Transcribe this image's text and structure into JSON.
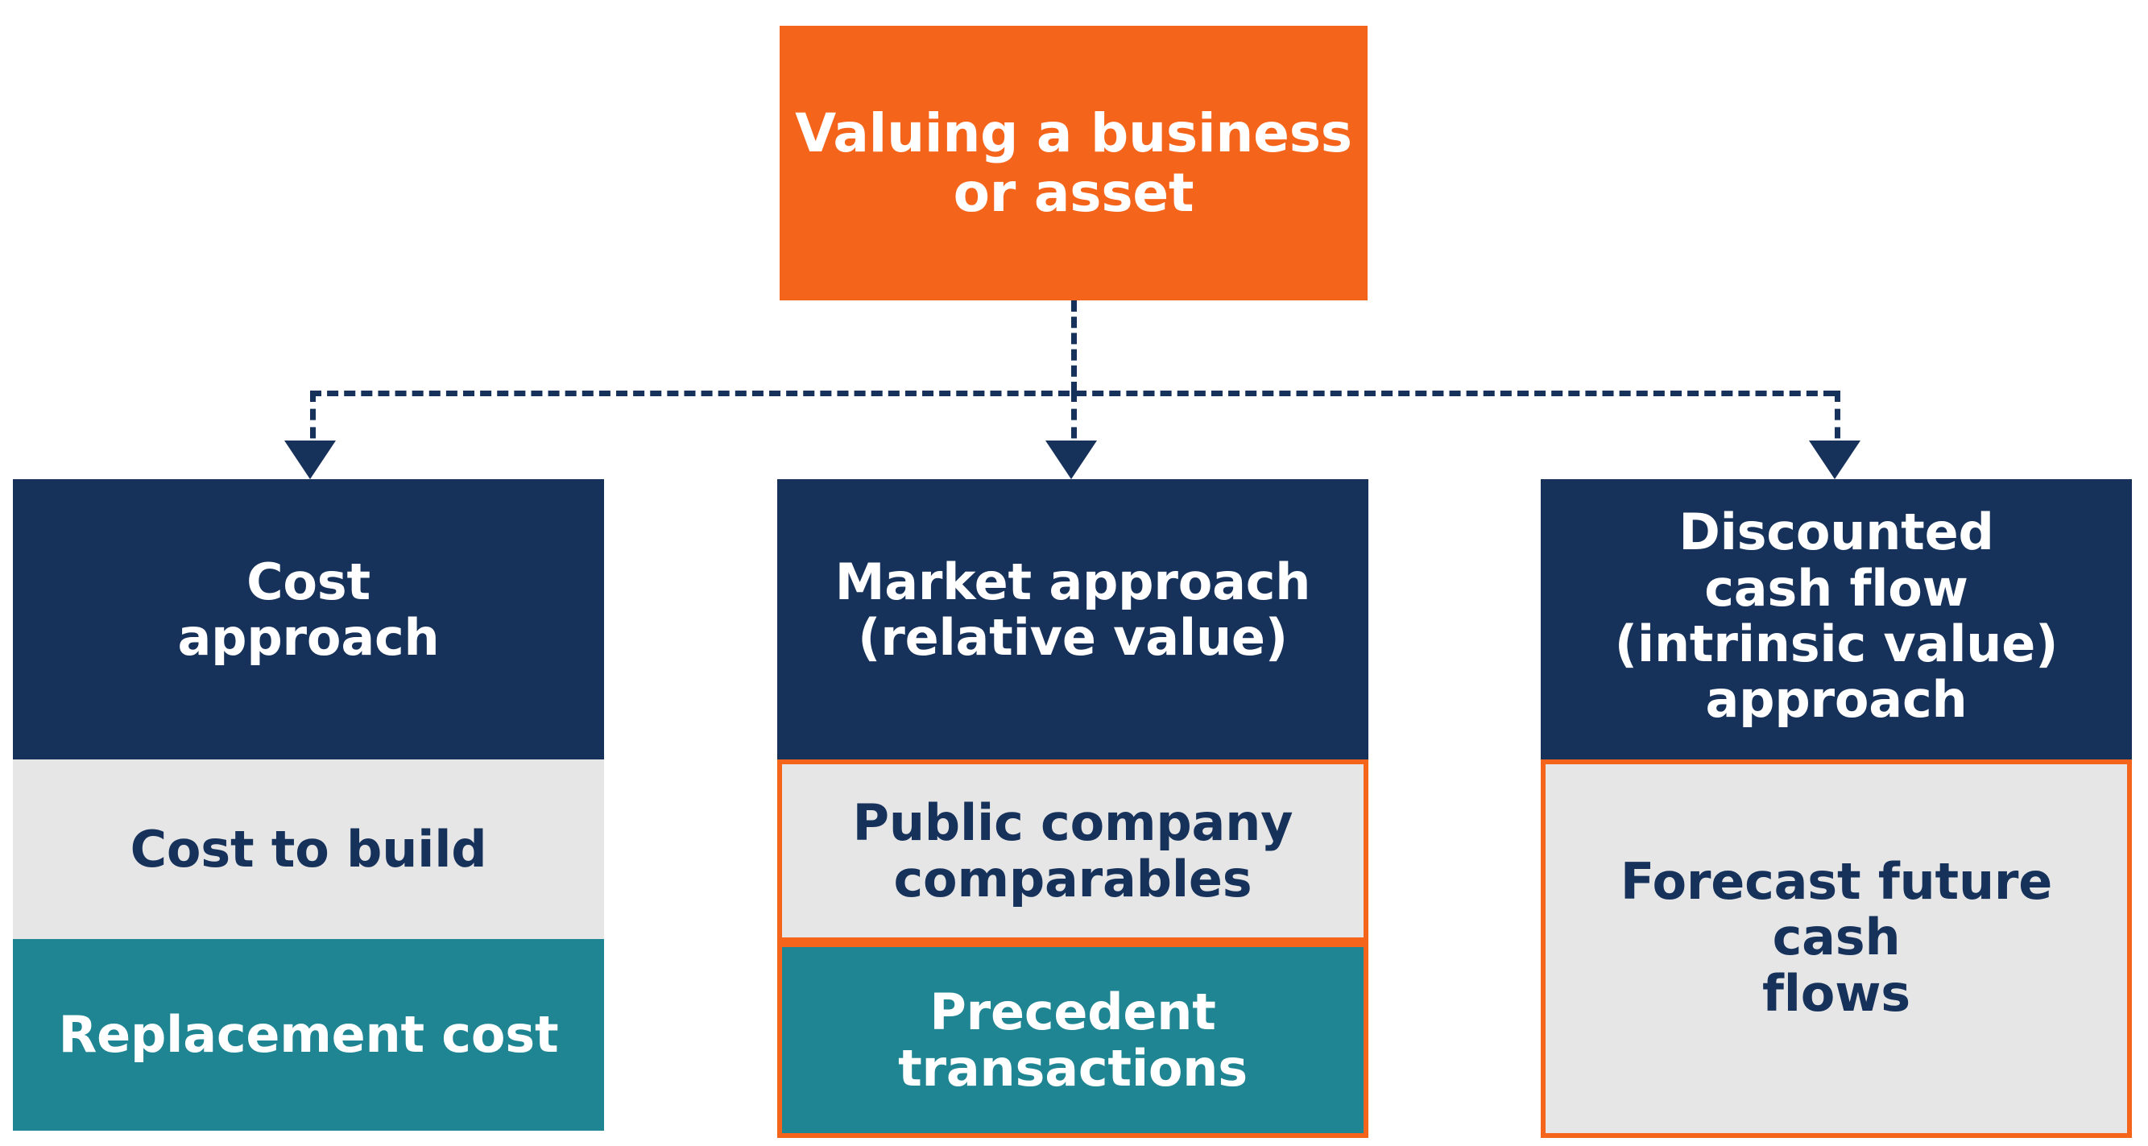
{
  "diagram": {
    "title": "Valuing a business or asset",
    "root": {
      "label": "Valuing a business\nor asset",
      "color": "#f4641b",
      "text_color": "#ffffff"
    },
    "colors": {
      "navy": "#16315a",
      "orange": "#f4641b",
      "grey": "#e7e6e6",
      "teal": "#1f8593",
      "background": "#ffffff"
    },
    "connector": {
      "style": "dashed",
      "color": "#16315a",
      "arrow": "triangle-down"
    },
    "columns": [
      {
        "id": "cost-approach",
        "header": {
          "label": "Cost\napproach",
          "fill": "navy",
          "outlined": false
        },
        "items": [
          {
            "label": "Cost to build",
            "fill": "grey",
            "outlined": false
          },
          {
            "label": "Replacement cost",
            "fill": "teal",
            "outlined": false
          }
        ]
      },
      {
        "id": "market-approach",
        "header": {
          "label": "Market approach\n(relative value)",
          "fill": "navy",
          "outlined": false
        },
        "items": [
          {
            "label": "Public company\ncomparables",
            "fill": "grey",
            "outlined": true
          },
          {
            "label": "Precedent\ntransactions",
            "fill": "teal",
            "outlined": true
          }
        ]
      },
      {
        "id": "discounted-cash-flow",
        "header": {
          "label": "Discounted\ncash flow\n(intrinsic value)\napproach",
          "fill": "navy",
          "outlined": false
        },
        "items": [
          {
            "label": "Forecast future cash\nflows",
            "fill": "grey",
            "outlined": true
          }
        ]
      }
    ]
  }
}
